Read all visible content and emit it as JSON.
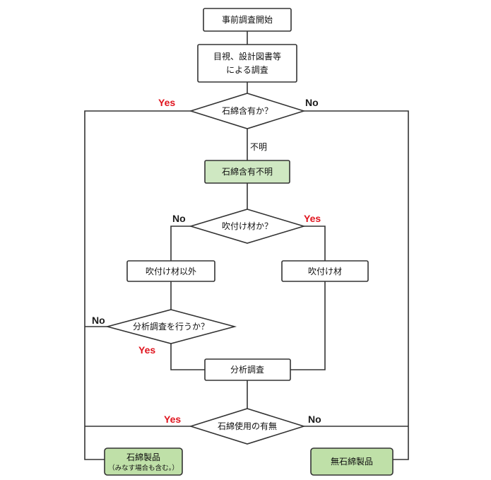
{
  "nodes": {
    "start": "事前調査開始",
    "visual_line1": "目視、設計図書等",
    "visual_line2": "による調査",
    "q_asbestos": "石綿含有か？",
    "unknown": "石綿含有不明",
    "q_sprayed": "吹付け材か？",
    "not_sprayed": "吹付け材以外",
    "sprayed": "吹付け材",
    "q_analysis": "分析調査を行うか？",
    "analysis": "分析調査",
    "q_use": "石綿使用の有無",
    "asbestos_product": "石綿製品",
    "asbestos_product_note": "（みなす場合も含む。）",
    "no_asbestos_product": "無石綿製品"
  },
  "labels": {
    "yes": "Yes",
    "no": "No",
    "unknown_edge": "不明"
  },
  "colors": {
    "yes": "#e0141e",
    "green_box": "#cfe8c2"
  }
}
